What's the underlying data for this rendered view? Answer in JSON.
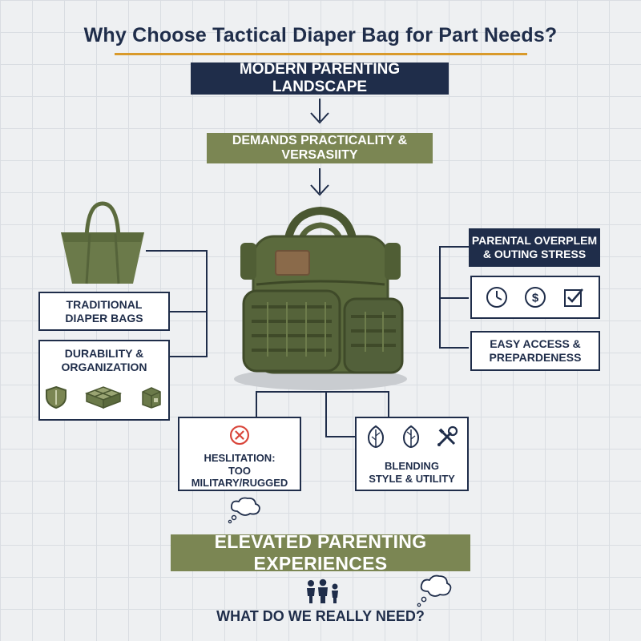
{
  "title": "Why Choose Tactical Diaper Bag for Part Needs?",
  "flow": {
    "top_label": "MODERN PARENTING LANDSCAPE",
    "second_label": "DEMANDS PRACTICALITY & VERSASIITY"
  },
  "left": {
    "traditional": {
      "line1": "TRADITIONAL",
      "line2": "DIAPER BAGS"
    },
    "durability": {
      "line1": "DURABILITY &",
      "line2": "ORGANIZATION",
      "icons": [
        "shield-icon",
        "compartments-icon",
        "pouch-icon"
      ]
    }
  },
  "right": {
    "stress": {
      "line1": "PARENTAL OVERPLEM",
      "line2": "& OUTING STRESS"
    },
    "icons": [
      "clock-icon",
      "dollar-icon",
      "checkbox-icon"
    ],
    "access": {
      "line1": "EASY ACCESS &",
      "line2": "PREPARDENESS"
    }
  },
  "bottom": {
    "hesitation": {
      "line1": "HESLITATION:",
      "line2": "TOO MILITARY/RUGGED",
      "icon": "no-entry-icon"
    },
    "blending": {
      "line1": "BLENDING",
      "line2": "STYLE & UTILITY",
      "icons": [
        "leaf-icon",
        "leaf-icon",
        "tools-icon"
      ]
    }
  },
  "footer": {
    "banner": "ELEVATED PARENTING EXPERIENCES",
    "question": "WHAT DO WE REALLY NEED?"
  },
  "colors": {
    "navy": "#1f2d4a",
    "olive": "#7b8653",
    "accent": "#d99a2b",
    "bag": "#5b6a3d",
    "red": "#d9463b"
  }
}
